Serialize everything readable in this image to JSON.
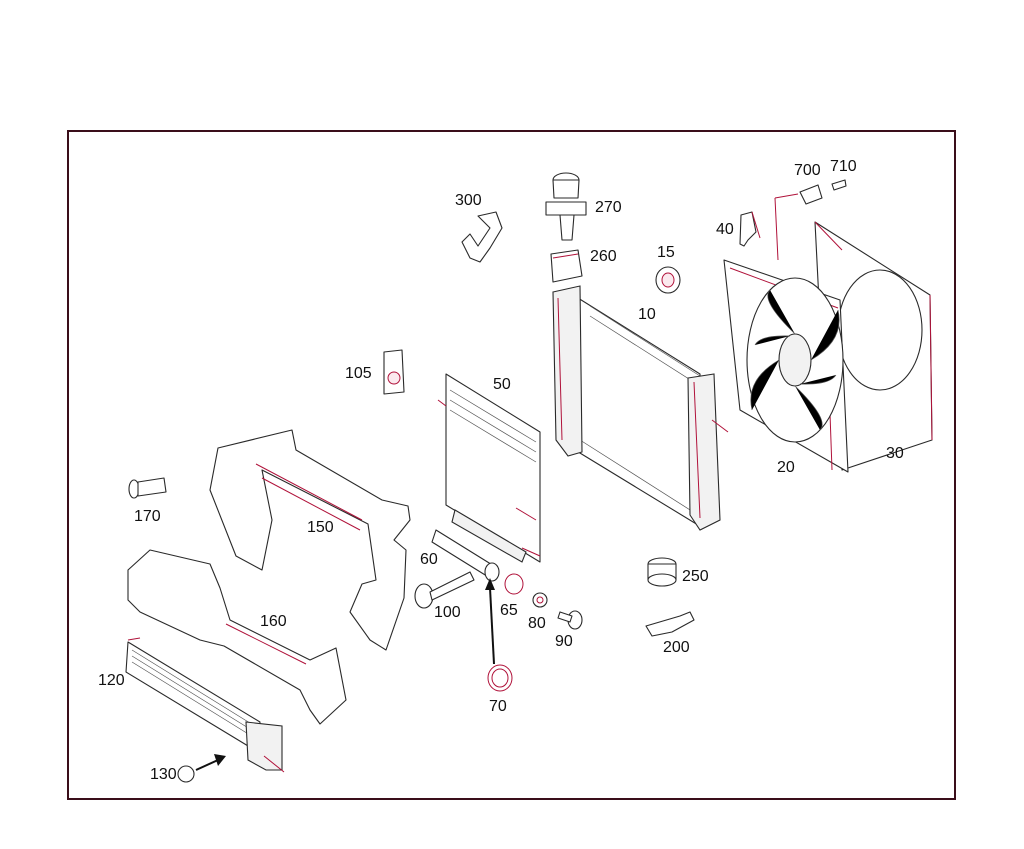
{
  "colors": {
    "frame": "#3a0e1a",
    "accent": "#b0123a",
    "line": "#2a2a2a",
    "text": "#111111"
  },
  "callouts": {
    "c10": "10",
    "c15": "15",
    "c20": "20",
    "c30": "30",
    "c40": "40",
    "c50": "50",
    "c60": "60",
    "c65": "65",
    "c70": "70",
    "c80": "80",
    "c90": "90",
    "c100": "100",
    "c105": "105",
    "c120": "120",
    "c130": "130",
    "c150": "150",
    "c160": "160",
    "c170": "170",
    "c200": "200",
    "c250": "250",
    "c260": "260",
    "c270": "270",
    "c300": "300",
    "c700": "700",
    "c710": "710"
  }
}
